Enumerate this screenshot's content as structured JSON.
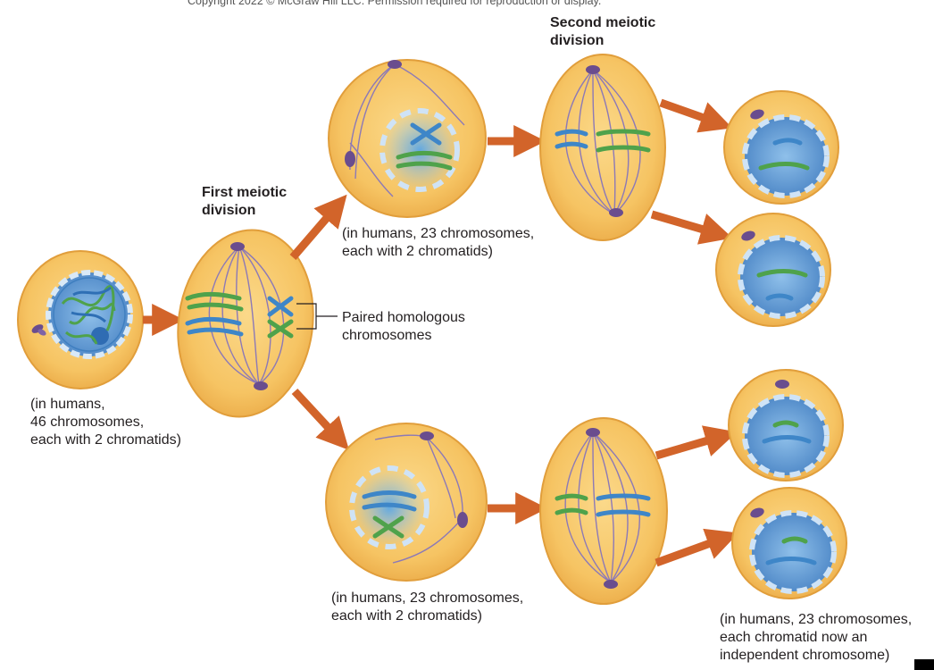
{
  "copyright": "Copyright 2022 © McGraw Hill LLC. Permission required for reproduction or display.",
  "labels": {
    "first_division": [
      "First meiotic",
      "division"
    ],
    "second_division": [
      "Second meiotic",
      "division"
    ],
    "parent_cell": [
      "(in humans,",
      "46 chromosomes,",
      "each with 2 chromatids)"
    ],
    "top_daughter": [
      "(in humans, 23 chromosomes,",
      "each with 2 chromatids)"
    ],
    "bottom_daughter": [
      "(in humans, 23 chromosomes,",
      "each with 2 chromatids)"
    ],
    "homologous": [
      "Paired homologous",
      "chromosomes"
    ],
    "final_cells": [
      "(in humans, 23 chromosomes,",
      "each chromatid now an",
      "independent chromosome)"
    ]
  },
  "colors": {
    "cytoplasm": "#f7c667",
    "cell_edge": "#e7a73c",
    "nucleus": "#5f9ad3",
    "envelope": "#cfe3f6",
    "spindle": "#8c79b7",
    "centrosome": "#6a4d8e",
    "chrom_blue": "#3e86c8",
    "chrom_green": "#4fa24b",
    "arrow": "#d2642a"
  }
}
